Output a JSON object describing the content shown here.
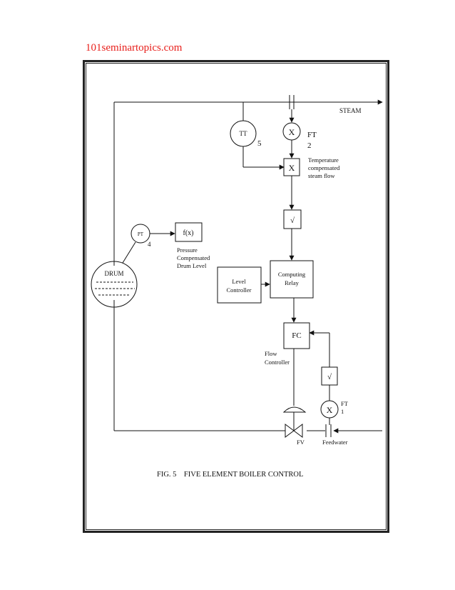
{
  "header": {
    "site_name": "101seminartopics.com"
  },
  "diagram": {
    "steam_label": "STEAM",
    "feedwater_label": "Feedwater",
    "drum_label": "DRUM",
    "tt_label": "TT",
    "tt_tag": "5",
    "ft2_label": "FT",
    "ft2_tag": "2",
    "mult_top": "X",
    "mult_mid": "X",
    "temp_comp_line1": "Temperature",
    "temp_comp_line2": "compensated",
    "temp_comp_line3": "steam flow",
    "sqrt_top": "√",
    "pt_label": "PT",
    "pt_tag": "4",
    "fx_label": "f(x)",
    "pressure_line1": "Pressure",
    "pressure_line2": "Compensated",
    "pressure_line3": "Drum Level",
    "level_ctrl_line1": "Level",
    "level_ctrl_line2": "Controller",
    "computing_line1": "Computing",
    "computing_line2": "Relay",
    "fc_label": "FC",
    "flow_ctrl_line1": "Flow",
    "flow_ctrl_line2": "Controller",
    "sqrt_bottom": "√",
    "mult_bottom": "X",
    "ft1_label": "FT",
    "ft1_tag": "1",
    "fv_label": "FV",
    "caption": "FIG. 5    FIVE ELEMENT BOILER CONTROL"
  }
}
